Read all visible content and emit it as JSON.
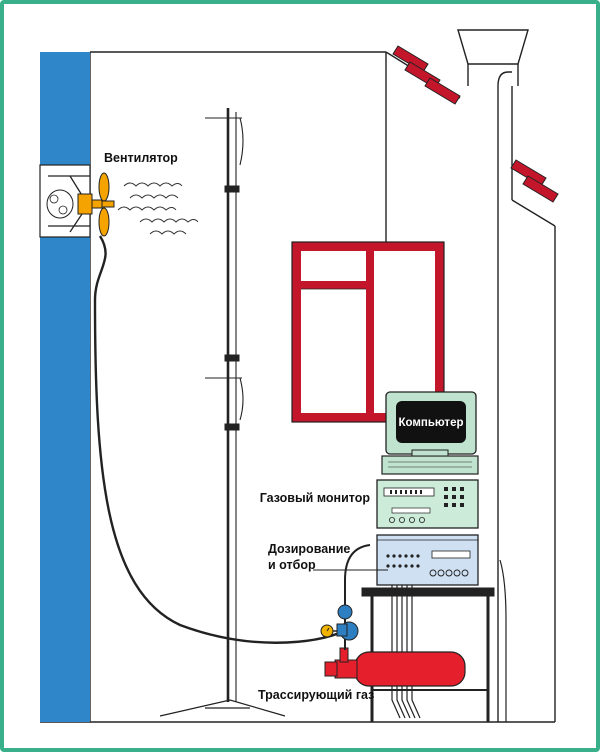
{
  "labels": {
    "fan": "Вентилятор",
    "computer": "Компьютер",
    "gas_monitor": "Газовый монитор",
    "dosing_line1": "Дозирование",
    "dosing_line2": "и отбор",
    "tracer_gas": "Трассирующий газ"
  },
  "colors": {
    "frame": "#3ab08a",
    "wall_blue": "#2f86c8",
    "window_red": "#c4162b",
    "cylinder_red": "#e51f2b",
    "fan_orange": "#f5a300",
    "equipment_green": "#cdebd9",
    "sampling_blue": "#cfe0f3",
    "computer_green": "#bfe3cf",
    "screen": "#111111",
    "regulator_blue": "#2d7fc1",
    "gauge_yellow": "#f2b400"
  }
}
